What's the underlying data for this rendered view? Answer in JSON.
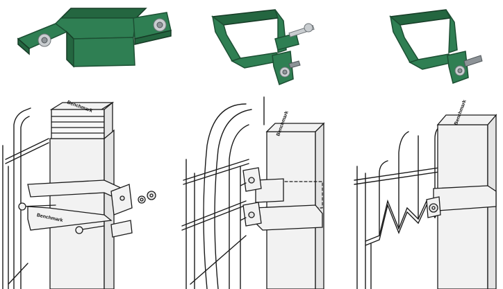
{
  "brand_label": "Benchmark",
  "colors": {
    "clamp_green": "#2f7f53",
    "clamp_green_dark": "#246640",
    "line_art": "#1a1a1a",
    "background": "#ffffff"
  },
  "photos": [
    {
      "name": "double-clamp-photo",
      "icon": "square-double-clamp-icon"
    },
    {
      "name": "angled-clamp-photo",
      "icon": "square-bracket-clamp-icon"
    },
    {
      "name": "end-clamp-photo",
      "icon": "square-end-clamp-icon"
    }
  ],
  "diagrams": [
    {
      "name": "post-with-exploded-clamp"
    },
    {
      "name": "post-with-panels-joined"
    },
    {
      "name": "post-with-end-panel"
    }
  ]
}
